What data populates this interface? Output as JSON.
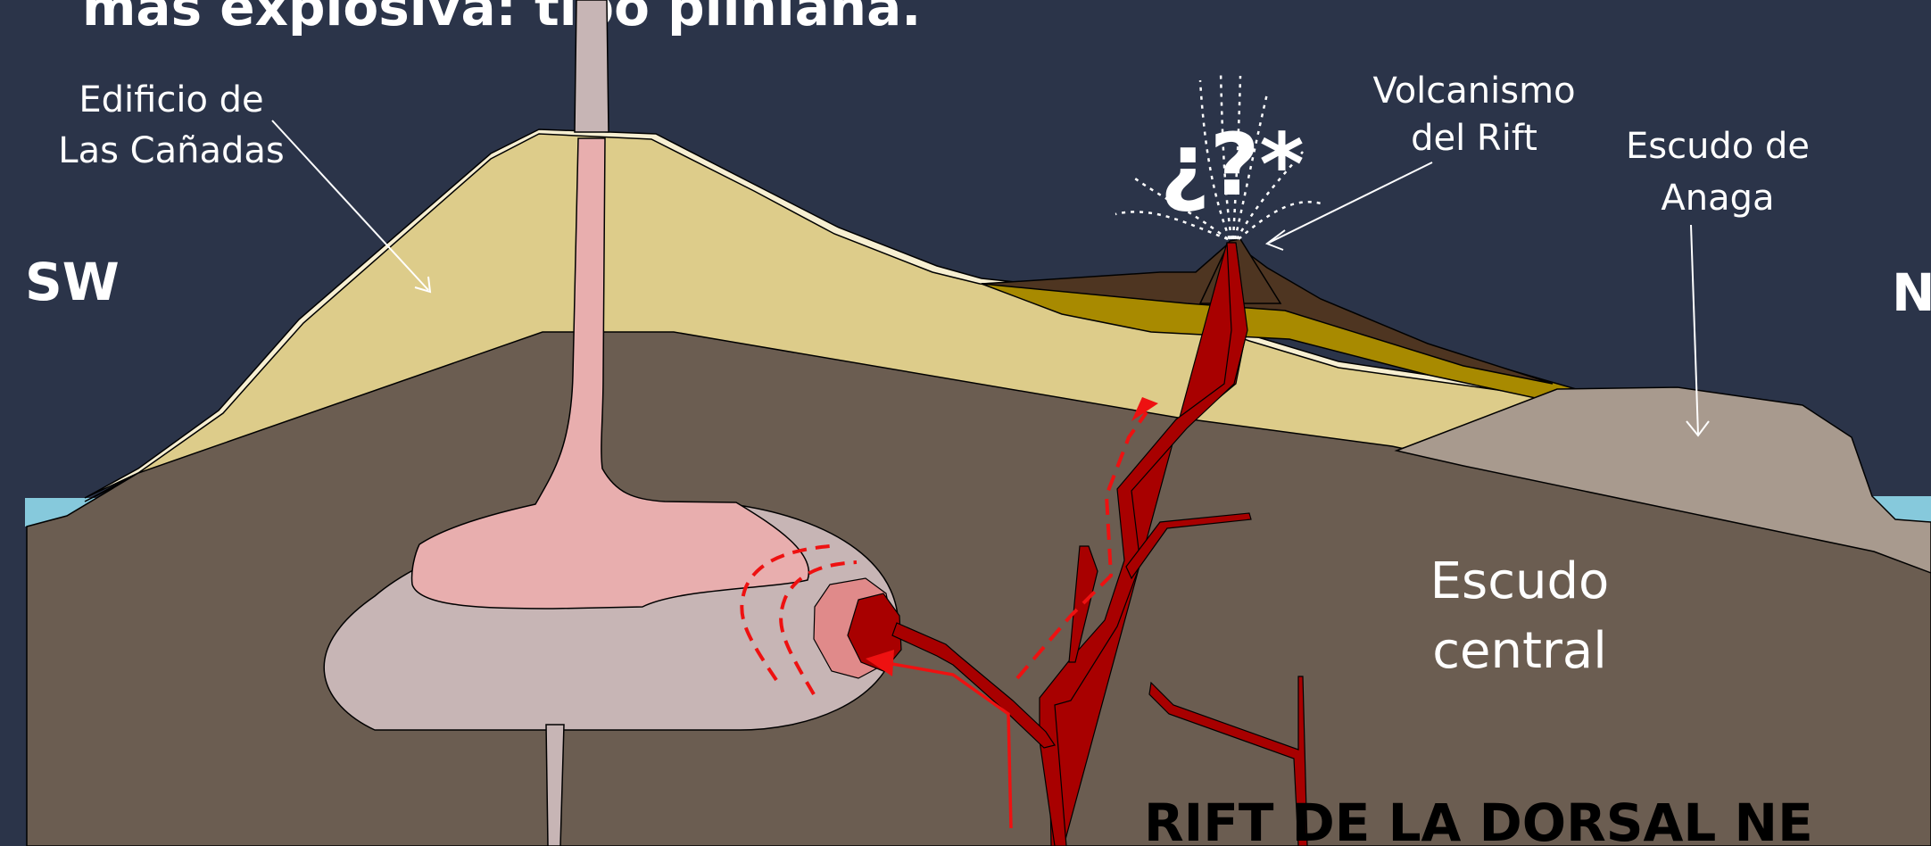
{
  "title_fragment": "más explosiva: tipo pliniana.",
  "labels": {
    "sw": "SW",
    "ne": "N",
    "canadas_line1": "Edificio de",
    "canadas_line2": "Las Cañadas",
    "rift_line1": "Volcanismo",
    "rift_line2": "del Rift",
    "anaga_line1": "Escudo de",
    "anaga_line2": "Anaga",
    "central_line1": "Escudo",
    "central_line2": "central",
    "question": "¿?*",
    "rift_dorsal": "RIFT DE LA DORSAL NE"
  },
  "colors": {
    "background": "#2b3449",
    "canadas": "#ddcc8a",
    "central_shield": "#6b5d51",
    "anaga": "#a89a8e",
    "magma_chamber": "#c7b5b5",
    "evolved_magma": "#e8aeae",
    "basaltic_dyke": "#a80000",
    "rift_deposits": "#a88a00",
    "rift_cone": "#4e3521",
    "sea": "#86c9dc",
    "rim": "#f7efd2"
  }
}
